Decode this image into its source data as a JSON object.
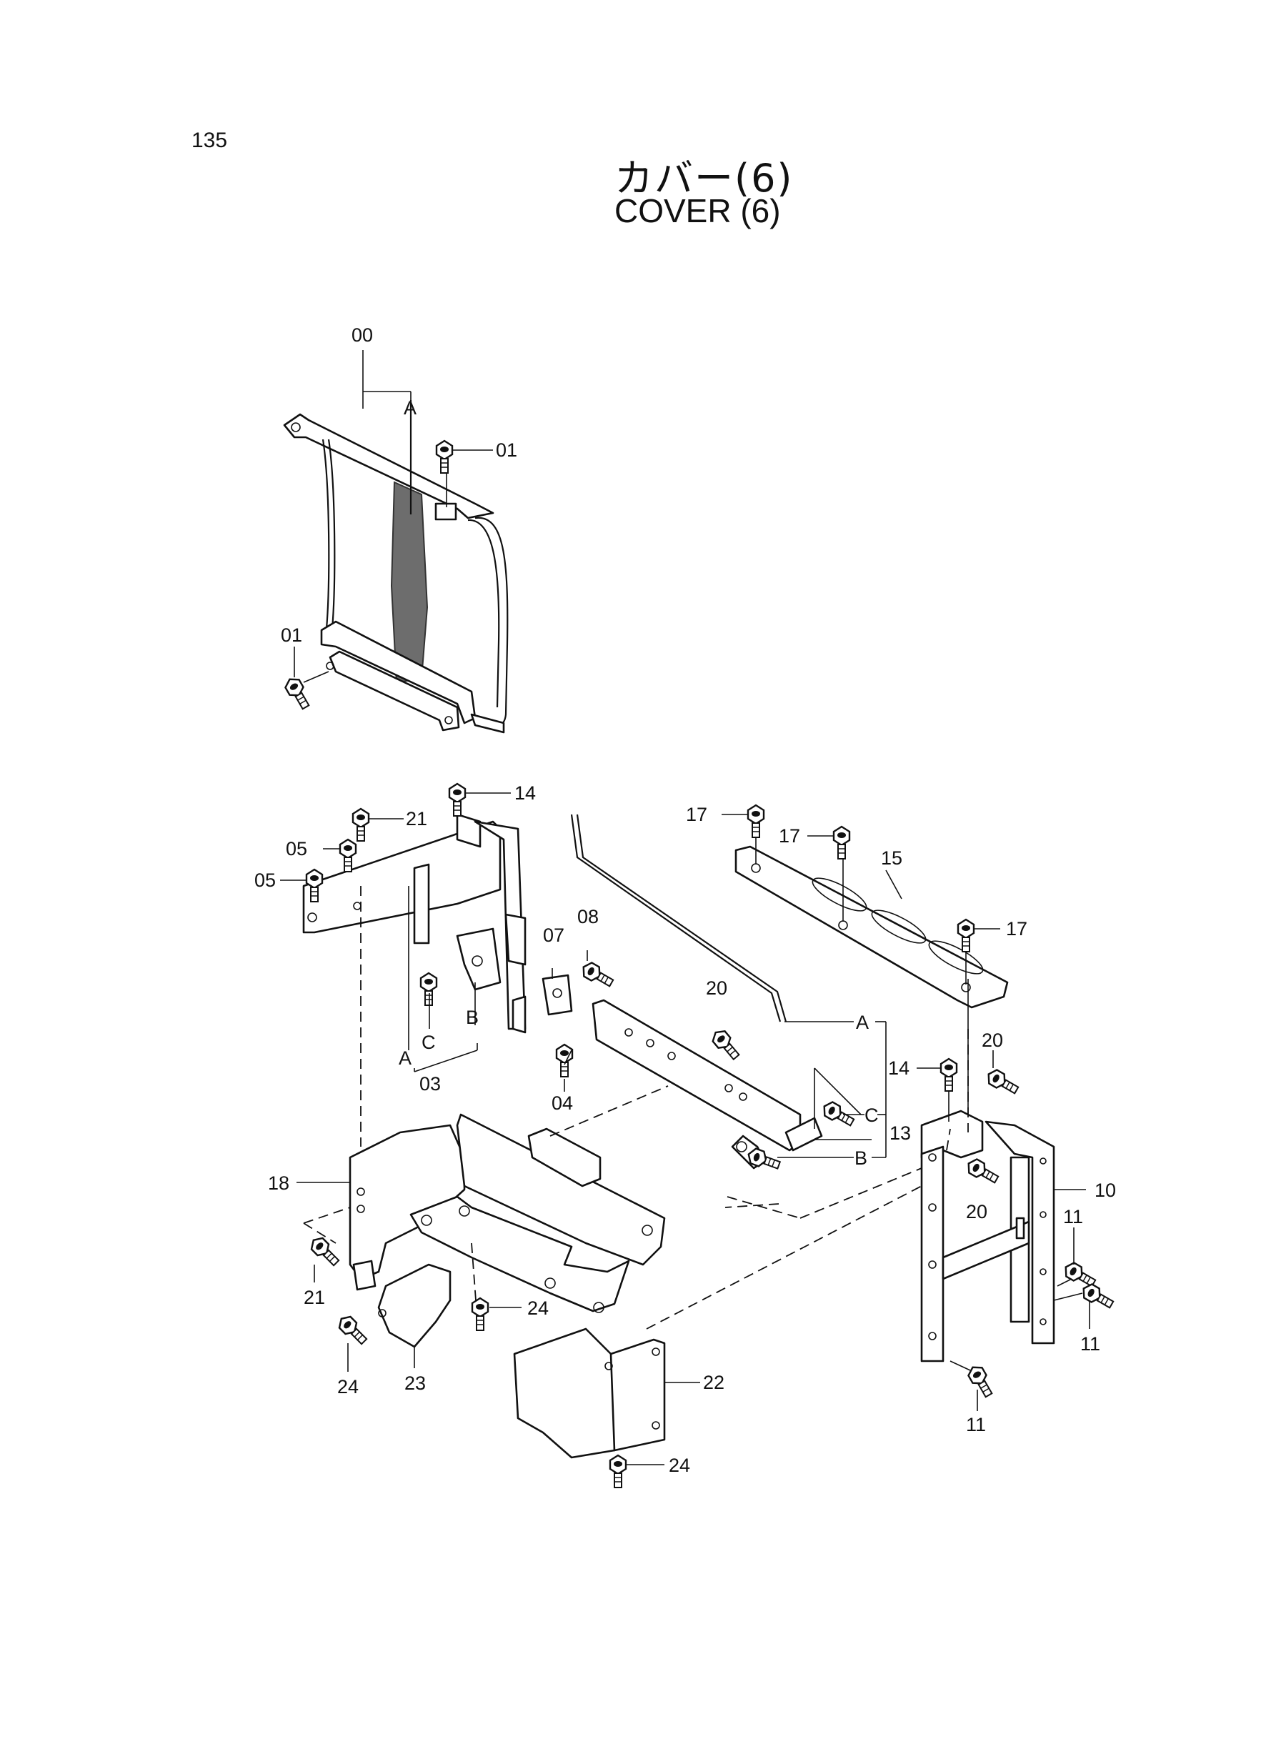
{
  "page": {
    "number": "135"
  },
  "title": {
    "jp": "カバー(6)",
    "en": "COVER (6)"
  },
  "labels": {
    "p00": "00",
    "p01a": "01",
    "p01b": "01",
    "letterA_top": "A",
    "p14a": "14",
    "p21a": "21",
    "p05a": "05",
    "p05b": "05",
    "p07": "07",
    "p08": "08",
    "p03": "03",
    "p04": "04",
    "letterA_03": "A",
    "letterC_03": "C",
    "letterB_03": "B",
    "p20a": "20",
    "p17a": "17",
    "p17b": "17",
    "p17c": "17",
    "p15": "15",
    "letterA_rod": "A",
    "letterC_right": "C",
    "letterB_right": "B",
    "p13": "13",
    "p14b": "14",
    "p20b": "20",
    "p20c": "20",
    "p10": "10",
    "p11a": "11",
    "p11b": "11",
    "p11c": "11",
    "p18": "18",
    "p21b": "21",
    "p24a": "24",
    "p24b": "24",
    "p23": "23",
    "p22": "22",
    "p24c": "24"
  }
}
